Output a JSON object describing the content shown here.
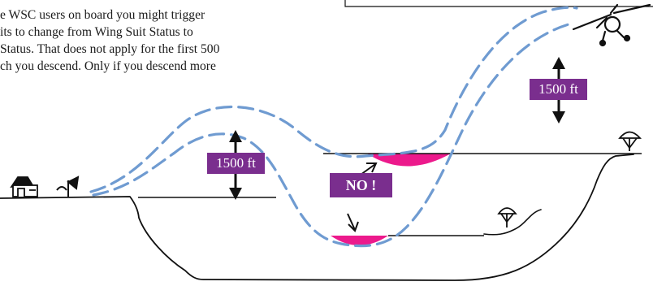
{
  "intro": {
    "lines": [
      "e WSC users on board you might trigger",
      "its to change from Wing Suit Status to",
      "Status. That does not apply for the first 500",
      "ch you descend. Only if you descend more"
    ]
  },
  "labels": {
    "right_height": "1500 ft",
    "left_height": "1500 ft",
    "no": "NO !"
  },
  "colors": {
    "text": "#1a1a1a",
    "line": "#111111",
    "flight_path": "#6f9bd1",
    "landing_zone": "#ec1a8c",
    "label_bg": "#7a2e8e",
    "label_text": "#ffffff"
  },
  "icons": {
    "aircraft": "airplane-icon",
    "parachute": "parachute-icon",
    "windsock": "windsock-icon",
    "hangar": "hangar-icon",
    "arrow": "double-arrow-icon"
  }
}
